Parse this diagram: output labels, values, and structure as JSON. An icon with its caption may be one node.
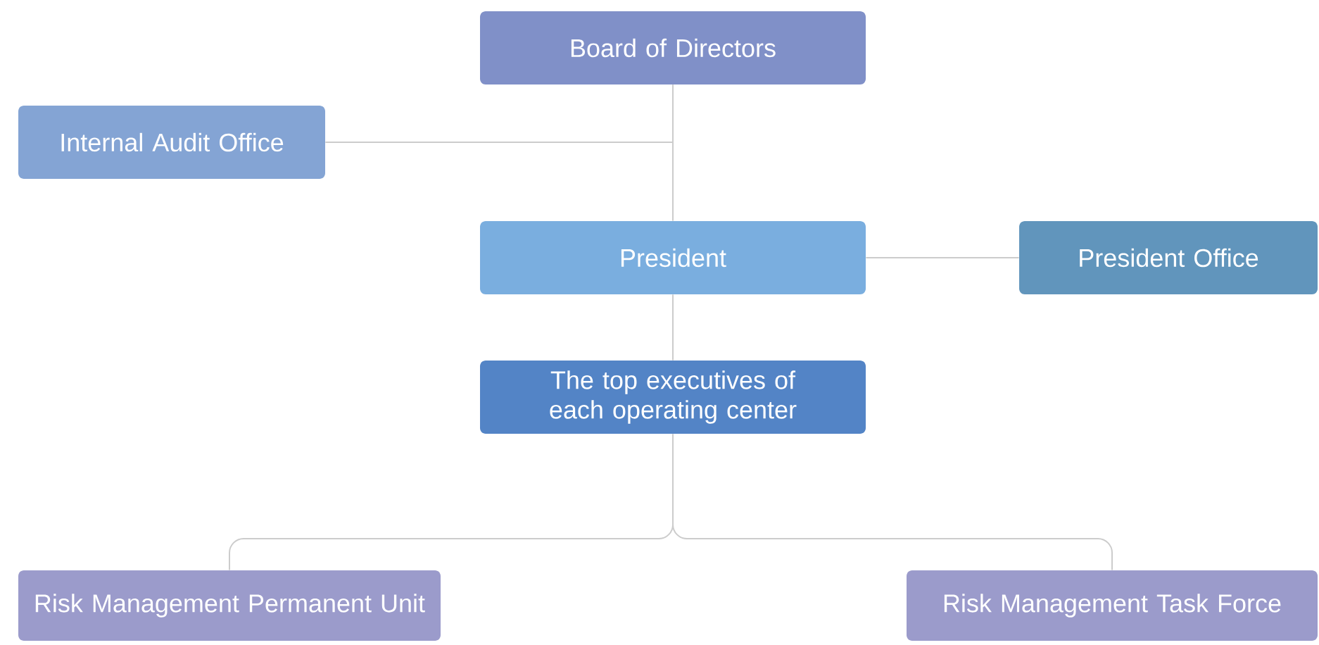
{
  "diagram": {
    "nodes": [
      {
        "text": [
          "Board of Directors"
        ]
      },
      {
        "text": [
          "Internal Audit Office"
        ]
      },
      {
        "text": [
          "President"
        ]
      },
      {
        "text": [
          "President Office"
        ]
      },
      {
        "text": [
          "The top executives of each operating center"
        ]
      },
      {
        "text": [
          "Risk Management Permanent Unit"
        ]
      },
      {
        "text": [
          "Risk Management Task Force"
        ]
      }
    ],
    "edges": [
      {
        "from": 0,
        "to": 2,
        "arrow": "none"
      },
      {
        "from": 1,
        "to": 0,
        "arrow": "none"
      },
      {
        "from": 2,
        "to": 3,
        "arrow": "none"
      },
      {
        "from": 2,
        "to": 4,
        "arrow": "none"
      },
      {
        "from": 4,
        "to": 5,
        "arrow": "none"
      },
      {
        "from": 4,
        "to": 6,
        "arrow": "none"
      }
    ]
  }
}
